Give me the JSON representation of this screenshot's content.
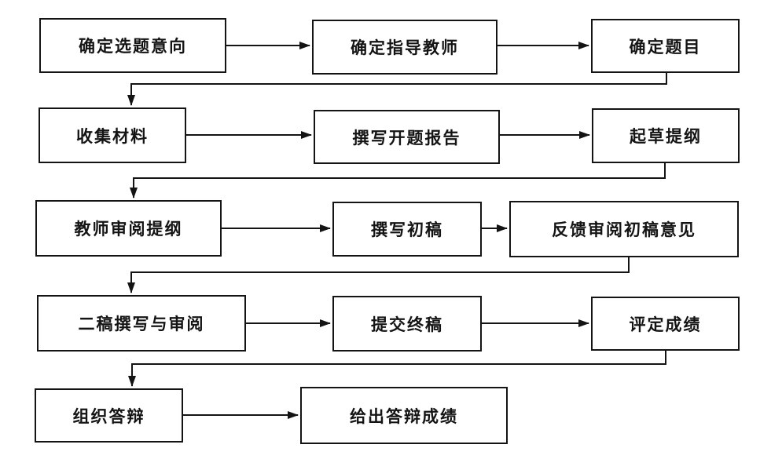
{
  "diagram": {
    "type": "flowchart",
    "line_color": "#141414",
    "box_background": "#ffffff",
    "rows": [
      {
        "steps": [
          "确定选题意向",
          "确定指导教师",
          "确定题目"
        ]
      },
      {
        "steps": [
          "收集材料",
          "撰写开题报告",
          "起草提纲"
        ]
      },
      {
        "steps": [
          "教师审阅提纲",
          "撰写初稿",
          "反馈审阅初稿意见"
        ]
      },
      {
        "steps": [
          "二稿撰写与审阅",
          "提交终稿",
          "评定成绩"
        ]
      },
      {
        "steps": [
          "组织答辩",
          "给出答辩成绩"
        ]
      }
    ],
    "flow_order": [
      "确定选题意向",
      "确定指导教师",
      "确定题目",
      "收集材料",
      "撰写开题报告",
      "起草提纲",
      "教师审阅提纲",
      "撰写初稿",
      "反馈审阅初稿意见",
      "二稿撰写与审阅",
      "提交终稿",
      "评定成绩",
      "组织答辩",
      "给出答辩成绩"
    ]
  }
}
